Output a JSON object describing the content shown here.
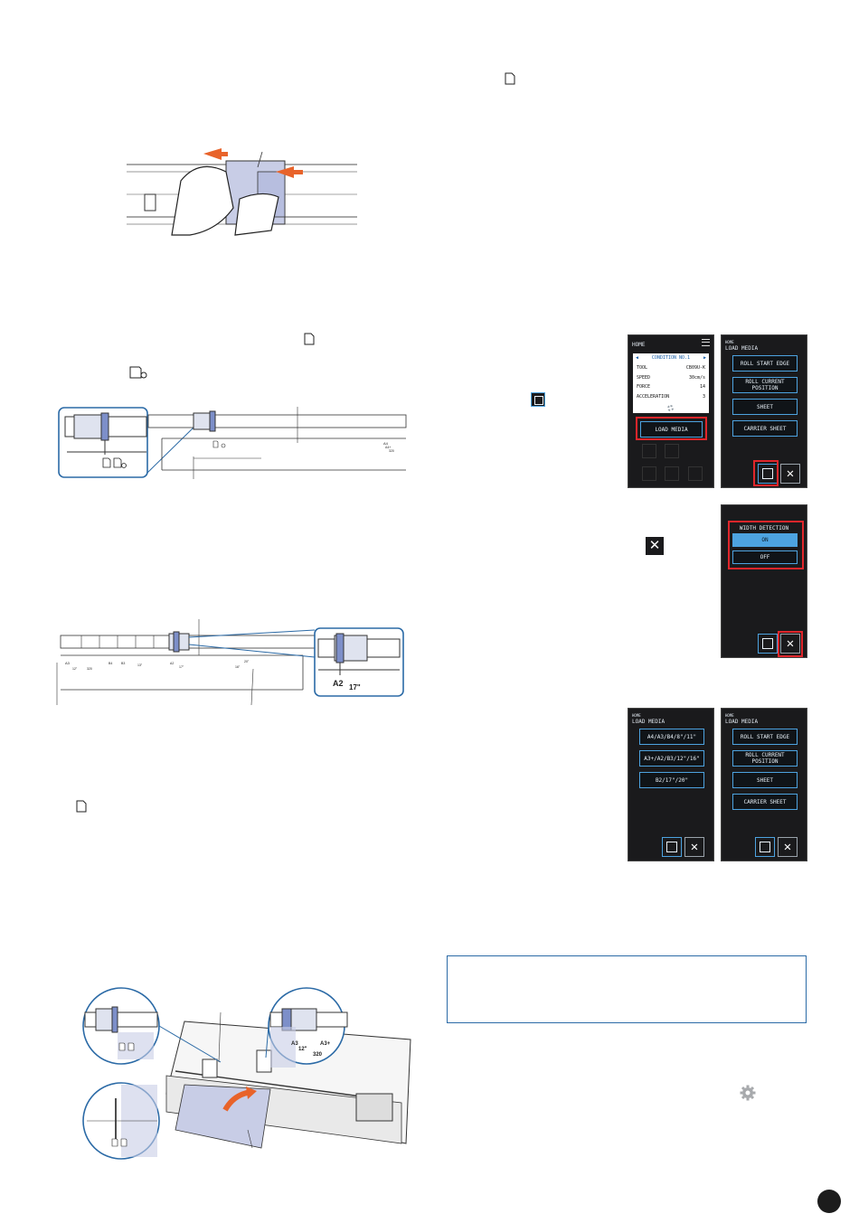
{
  "screens": {
    "home": {
      "header": "HOME",
      "condition_title": "CONDITION NO.1",
      "rows": [
        {
          "label": "TOOL",
          "value": "CB09U-K"
        },
        {
          "label": "SPEED",
          "value": "30cm/s"
        },
        {
          "label": "FORCE",
          "value": "14"
        },
        {
          "label": "ACCELERATION",
          "value": "3"
        }
      ],
      "load_media_button": "LOAD MEDIA"
    },
    "load_media_1": {
      "header_small": "HOME",
      "header": "LOAD MEDIA",
      "buttons": [
        "ROLL START EDGE",
        "ROLL CURRENT POSITION",
        "SHEET",
        "CARRIER SHEET"
      ]
    },
    "width_detection": {
      "title": "WIDTH DETECTION",
      "on_label": "ON",
      "off_label": "OFF"
    },
    "load_media_sizes": {
      "header_small": "HOME",
      "header": "LOAD MEDIA",
      "buttons": [
        "A4/A3/B4/8\"/11\"",
        "A3+/A2/B3/12\"/16\"",
        "B2/17\"/20\""
      ]
    },
    "load_media_2": {
      "header_small": "HOME",
      "header": "LOAD MEDIA",
      "buttons": [
        "ROLL START EDGE",
        "ROLL CURRENT POSITION",
        "SHEET",
        "CARRIER SHEET"
      ]
    }
  },
  "diagram_labels": {
    "a2": "A2",
    "size17": "17\"",
    "a3": "A3",
    "size12": "12\"",
    "size320": "320",
    "a3plus": "A3+",
    "a4": "A4",
    "a4plus": "A4+",
    "size11": "11\"",
    "b4": "B4",
    "b3": "B3",
    "size13": "13\"",
    "size16": "16\"",
    "size20": "20\""
  },
  "colors": {
    "accent_blue": "#2b6aa6",
    "highlight_red": "#e0262b",
    "arrow_orange": "#e8632a",
    "screen_blue": "#4da3e0"
  }
}
